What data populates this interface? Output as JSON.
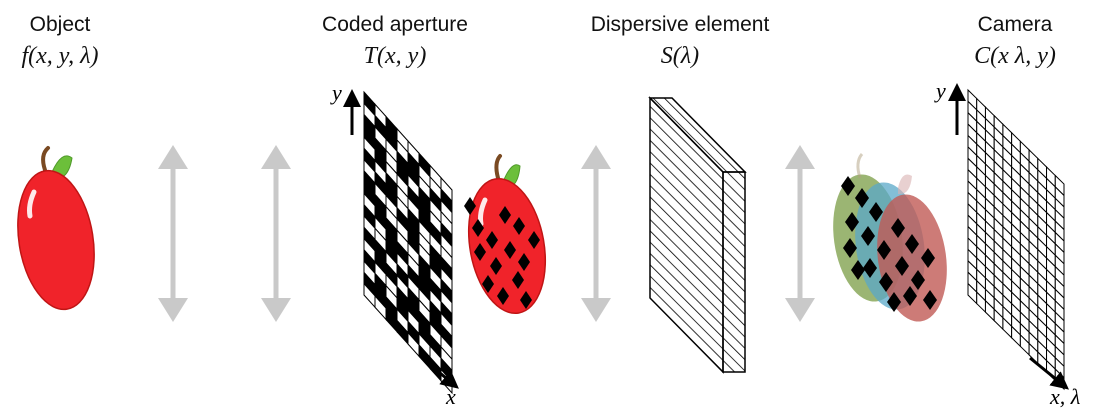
{
  "stages": [
    {
      "id": "object",
      "name": "Object",
      "formula": "f(x, y, λ)"
    },
    {
      "id": "aperture",
      "name": "Coded aperture",
      "formula": "T(x, y)"
    },
    {
      "id": "disperser",
      "name": "Dispersive element",
      "formula": "S(λ)"
    },
    {
      "id": "camera",
      "name": "Camera",
      "formula": "C(x  λ,  y)"
    }
  ],
  "axes": {
    "aperture_y": "y",
    "aperture_x": "x",
    "camera_y": "y",
    "camera_x": "x, λ"
  },
  "colors": {
    "apple_red": "#f0232a",
    "leaf_green": "#6cbf3a",
    "stem_brown": "#7a4a22",
    "arrow_gray": "#c9c9c9",
    "ink": "#000000",
    "smear_green": "#8aa85a",
    "smear_blue": "#5aa8c8",
    "smear_red": "#c05a55"
  },
  "aperture_pattern": [
    [
      1,
      0,
      1,
      0,
      0,
      1,
      0,
      0
    ],
    [
      0,
      1,
      1,
      0,
      1,
      0,
      0,
      1
    ],
    [
      1,
      0,
      0,
      1,
      1,
      0,
      1,
      0
    ],
    [
      1,
      1,
      0,
      1,
      0,
      1,
      0,
      0
    ],
    [
      0,
      1,
      0,
      0,
      1,
      1,
      0,
      1
    ],
    [
      1,
      0,
      1,
      0,
      0,
      1,
      1,
      0
    ],
    [
      0,
      1,
      1,
      0,
      1,
      0,
      0,
      0
    ],
    [
      1,
      0,
      0,
      1,
      1,
      0,
      1,
      1
    ],
    [
      1,
      1,
      0,
      0,
      1,
      0,
      1,
      0
    ],
    [
      0,
      1,
      1,
      0,
      0,
      1,
      0,
      1
    ],
    [
      1,
      0,
      1,
      1,
      0,
      1,
      1,
      0
    ],
    [
      0,
      0,
      1,
      0,
      1,
      1,
      0,
      1
    ],
    [
      1,
      1,
      0,
      1,
      0,
      0,
      1,
      0
    ],
    [
      0,
      1,
      1,
      0,
      1,
      0,
      1,
      1
    ],
    [
      1,
      0,
      0,
      1,
      1,
      1,
      0,
      0
    ],
    [
      0,
      1,
      0,
      1,
      0,
      1,
      1,
      0
    ],
    [
      1,
      1,
      1,
      0,
      1,
      0,
      0,
      1
    ],
    [
      0,
      0,
      1,
      1,
      0,
      1,
      1,
      0
    ]
  ]
}
